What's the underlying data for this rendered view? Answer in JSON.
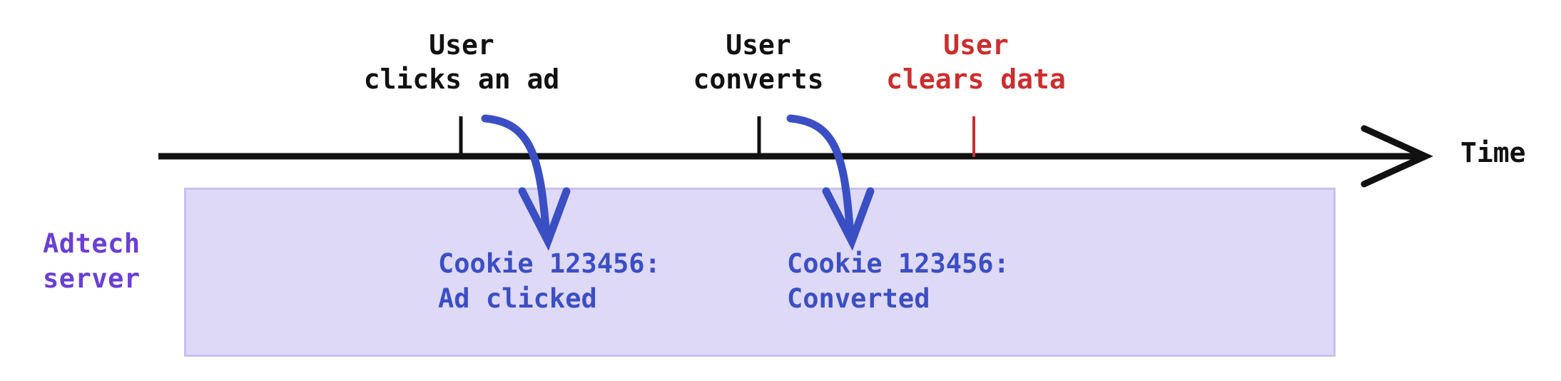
{
  "diagram": {
    "title_hidden": "Cookie based ad attribution timeline",
    "axis": {
      "time_label": "Time",
      "arrow_direction": "right"
    },
    "events": [
      {
        "id": "ad-click",
        "label": "User\nclicks an ad",
        "color": "#111111",
        "tick_color": "#111111"
      },
      {
        "id": "conversion",
        "label": "User\nconverts",
        "color": "#111111",
        "tick_color": "#111111"
      },
      {
        "id": "data-clear",
        "label": "User\nclears data",
        "color": "#CC2E2E",
        "tick_color": "#CC2E2E"
      }
    ],
    "server": {
      "name": "Adtech\nserver",
      "name_color": "#6A3FD4",
      "box_fill": "#DFD9F8",
      "box_border": "#C8BFF0"
    },
    "log_entries": [
      {
        "id": "log-ad-clicked",
        "text": "Cookie 123456:\nAd clicked",
        "color": "#3B4FC4"
      },
      {
        "id": "log-converted",
        "text": "Cookie 123456:\nConverted",
        "color": "#3B4FC4"
      }
    ],
    "connector_color": "#3B4FC4"
  }
}
